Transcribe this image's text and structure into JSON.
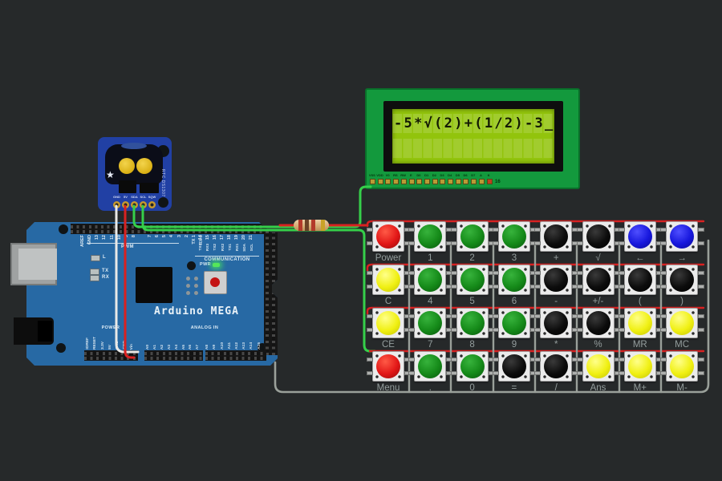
{
  "canvas": {
    "background": "#26292a"
  },
  "lcd": {
    "line1": "-5*√(2)+(1/2)-3_",
    "line2": "",
    "pins": [
      "VSS",
      "VDD",
      "V0",
      "RS",
      "RW",
      "E",
      "D0",
      "D1",
      "D2",
      "D3",
      "D4",
      "D5",
      "D6",
      "D7",
      "A",
      "K"
    ],
    "pin_number": "16",
    "frame_color": "#13993d",
    "screen_color": "#92c40c"
  },
  "rtc": {
    "label": "RTC DS1307",
    "pins": [
      "GND",
      "5V",
      "SDA",
      "SCL",
      "SQW"
    ],
    "board_color": "#2140a4"
  },
  "arduino": {
    "title": "Arduino MEGA",
    "pwm_label": "PWM",
    "comm_label": "COMMUNICATION",
    "pwr_label": "PWR",
    "power_label": "POWER",
    "analog_label": "ANALOG IN",
    "led_labels": [
      "L",
      "TX",
      "RX"
    ],
    "top_pins_a": [
      "AREF",
      "GND",
      "13",
      "12",
      "11",
      "10",
      "9",
      "8"
    ],
    "top_pins_b": [
      "7",
      "6",
      "5",
      "4",
      "3",
      "2",
      "TX 1",
      "RX 0"
    ],
    "comm_numbers": [
      "14",
      "15",
      "16",
      "17",
      "18",
      "19",
      "20",
      "21"
    ],
    "comm_names": [
      "TX3",
      "RX3",
      "TX2",
      "RX2",
      "TX1",
      "RX1",
      "SDA",
      "SCL"
    ],
    "power_pins": [
      "IOREF",
      "RESET",
      "3.3V",
      "5V",
      "GND",
      "GND",
      "Vin"
    ],
    "analog_pins_a": [
      "A0",
      "A1",
      "A2",
      "A3",
      "A4",
      "A5",
      "A6",
      "A7"
    ],
    "analog_pins_b": [
      "A8",
      "A9",
      "A10",
      "A11",
      "A12",
      "A13",
      "A14",
      "A15"
    ],
    "board_color": "#2769a4"
  },
  "keypad": {
    "cap_colors": {
      "red": "#e21717",
      "green": "#158a19",
      "yellow": "#f0f013",
      "black": "#0c0c0c",
      "blue": "#1717dd"
    },
    "rows": [
      [
        {
          "label": "Power",
          "color": "red"
        },
        {
          "label": "1",
          "color": "green"
        },
        {
          "label": "2",
          "color": "green"
        },
        {
          "label": "3",
          "color": "green"
        },
        {
          "label": "+",
          "color": "black"
        },
        {
          "label": "√",
          "color": "black"
        },
        {
          "label": "←",
          "color": "blue"
        },
        {
          "label": "→",
          "color": "blue"
        }
      ],
      [
        {
          "label": "C",
          "color": "yellow"
        },
        {
          "label": "4",
          "color": "green"
        },
        {
          "label": "5",
          "color": "green"
        },
        {
          "label": "6",
          "color": "green"
        },
        {
          "label": "-",
          "color": "black"
        },
        {
          "label": "+/-",
          "color": "black"
        },
        {
          "label": "(",
          "color": "black"
        },
        {
          "label": ")",
          "color": "black"
        }
      ],
      [
        {
          "label": "CE",
          "color": "yellow"
        },
        {
          "label": "7",
          "color": "green"
        },
        {
          "label": "8",
          "color": "green"
        },
        {
          "label": "9",
          "color": "green"
        },
        {
          "label": "*",
          "color": "black"
        },
        {
          "label": "%",
          "color": "black"
        },
        {
          "label": "MR",
          "color": "yellow"
        },
        {
          "label": "MC",
          "color": "yellow"
        }
      ],
      [
        {
          "label": "Menu",
          "color": "red"
        },
        {
          "label": ".",
          "color": "green"
        },
        {
          "label": "0",
          "color": "green"
        },
        {
          "label": "=",
          "color": "black"
        },
        {
          "label": "/",
          "color": "black"
        },
        {
          "label": "Ans",
          "color": "yellow"
        },
        {
          "label": "M+",
          "color": "yellow"
        },
        {
          "label": "M-",
          "color": "yellow"
        }
      ]
    ]
  },
  "wires": {
    "red": "#d92121",
    "green": "#35d04a",
    "white": "#e9e9e7",
    "gray": "#9aa09a"
  }
}
